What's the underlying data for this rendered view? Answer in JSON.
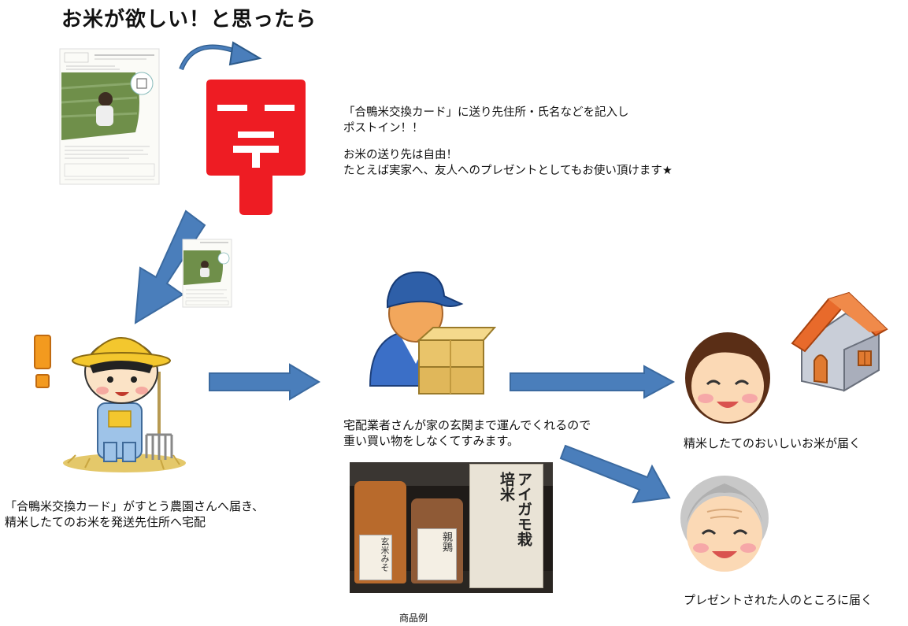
{
  "title": "お米が欲しい！と思ったら",
  "instructions": {
    "line1": "「合鴨米交換カード」に送り先住所・氏名などを記入し",
    "line2": "ポストイン！！",
    "line3": "お米の送り先は自由！",
    "line4": "たとえば実家へ、友人へのプレゼントとしてもお使い頂けます★"
  },
  "farm_caption": {
    "line1": "「合鴨米交換カード」がすとう農園さんへ届き、",
    "line2": "精米したてのお米を発送先住所へ宅配"
  },
  "delivery_caption": {
    "line1": "宅配業者さんが家の玄関まで運んでくれるので",
    "line2": "重い買い物をしなくてすみます。"
  },
  "home_caption": "精米したてのおいしいお米が届く",
  "gift_caption": "プレゼントされた人のところに届く",
  "product_label": "商品例",
  "product_photo": {
    "bag1_text": "玄米みそ",
    "bag2_text": "親鶏",
    "bag3_text": "アイガモ栽培米"
  },
  "colors": {
    "arrow_blue": "#4a7ebb",
    "postbox_red": "#ee1c23",
    "cap_blue": "#2e5fa8",
    "roof_orange": "#e86a2b"
  }
}
